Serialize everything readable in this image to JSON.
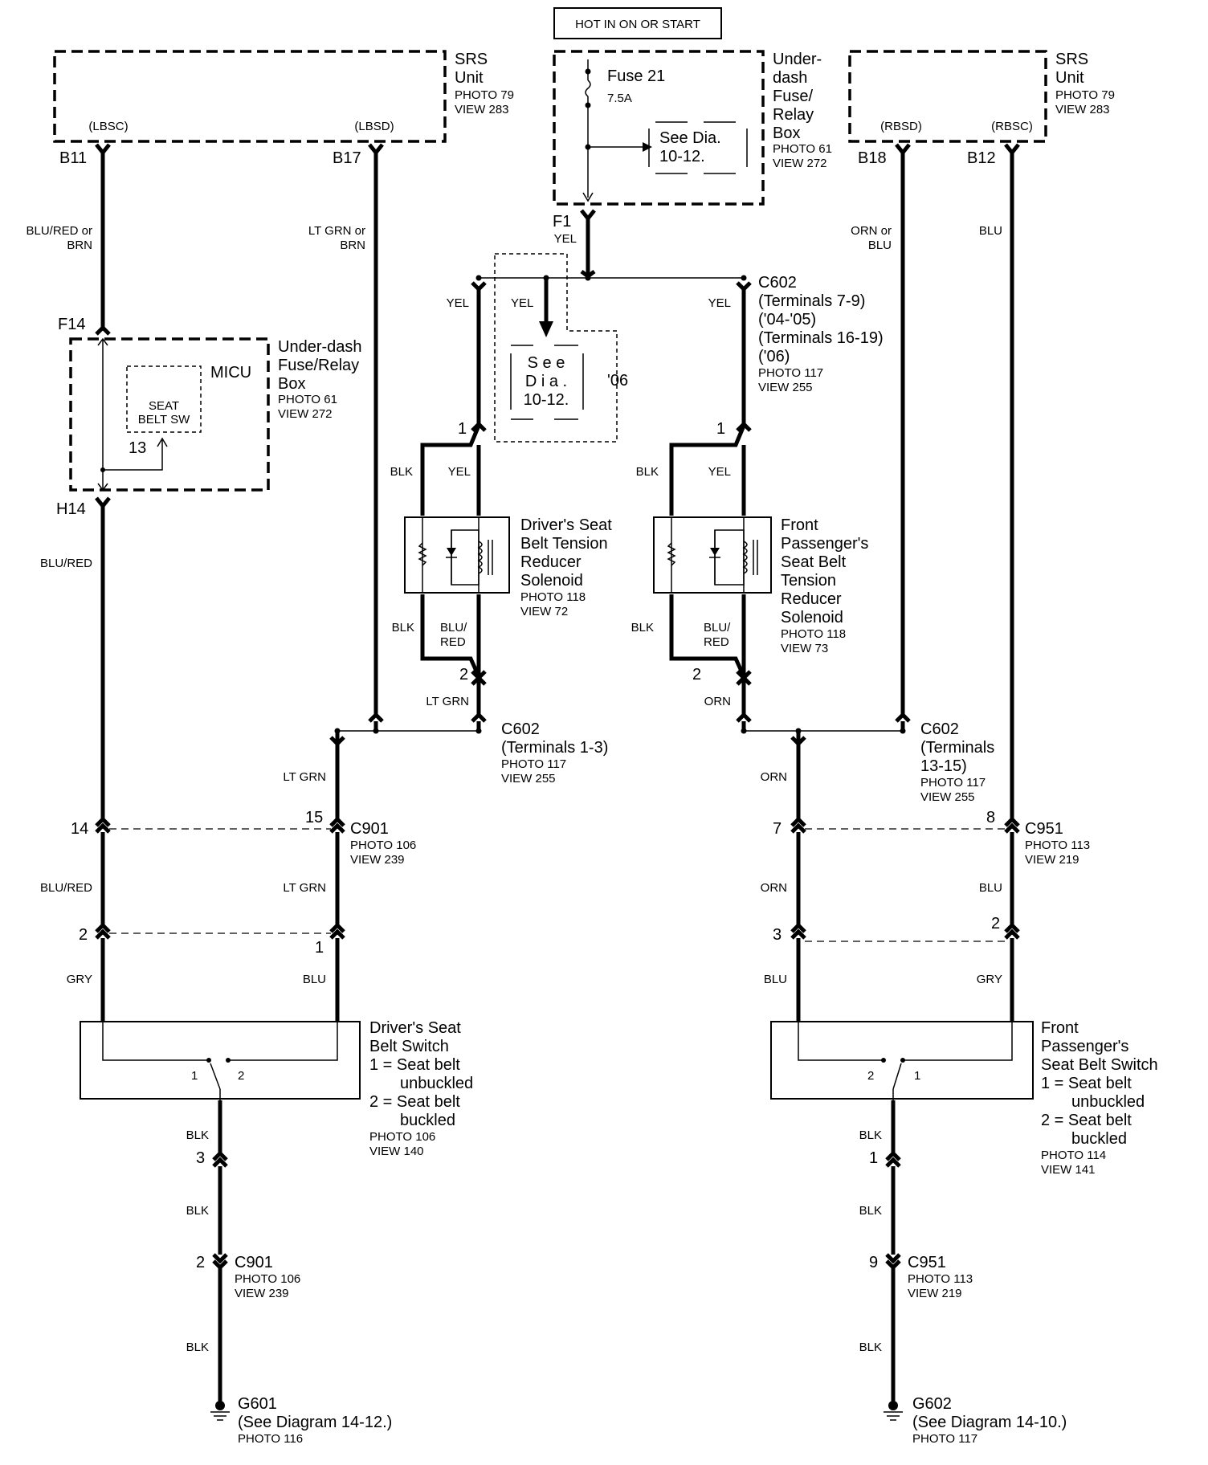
{
  "hot_label": "HOT IN ON OR START",
  "srs_left": {
    "title": "SRS",
    "title2": "Unit",
    "photo": "PHOTO 79",
    "view": "VIEW 283",
    "lbsc": "(LBSC)",
    "lbsd": "(LBSD)"
  },
  "srs_right": {
    "title": "SRS",
    "title2": "Unit",
    "photo": "PHOTO 79",
    "view": "VIEW 283",
    "rbsd": "(RBSD)",
    "rbsc": "(RBSC)"
  },
  "fusebox_top": {
    "l1": "Under-",
    "l2": "dash",
    "l3": "Fuse/",
    "l4": "Relay",
    "l5": "Box",
    "photo": "PHOTO 61",
    "view": "VIEW 272",
    "fuse": "Fuse 21",
    "amp": "7.5A",
    "see1": "See Dia.",
    "see2": "10-12.",
    "pin": "F1"
  },
  "micu_box": {
    "l1": "Under-dash",
    "l2": "Fuse/Relay",
    "l3": "Box",
    "photo": "PHOTO 61",
    "view": "VIEW 272",
    "micu": "MICU",
    "sw1": "SEAT",
    "sw2": "BELT SW",
    "pin13": "13",
    "pin_f14": "F14",
    "pin_h14": "H14"
  },
  "see06": {
    "s1": "S e e",
    "s2": "D i a .",
    "s3": "10-12.",
    "yr": "'06"
  },
  "pins": {
    "b11": "B11",
    "b17": "B17",
    "b18": "B18",
    "b12": "B12",
    "one": "1",
    "two": "2",
    "three": "3",
    "seven": "7",
    "eight": "8",
    "nine": "9",
    "fourteen": "14",
    "fifteen": "15"
  },
  "wires": {
    "blu_red_or": "BLU/RED or",
    "brn": "BRN",
    "lt_grn_or": "LT GRN or",
    "orn_or": "ORN or",
    "blu": "BLU",
    "yel": "YEL",
    "blk": "BLK",
    "blu_": "BLU/",
    "red": "RED",
    "lt_grn": "LT GRN",
    "orn": "ORN",
    "blu_red": "BLU/RED",
    "gry": "GRY"
  },
  "c602_top": {
    "name": "C602",
    "t1": "(Terminals 7-9)",
    "t2": "('04-'05)",
    "t3": "(Terminals 16-19)",
    "t4": "('06)",
    "photo": "PHOTO 117",
    "view": "VIEW 255"
  },
  "c602_left": {
    "name": "C602",
    "t1": "(Terminals 1-3)",
    "photo": "PHOTO 117",
    "view": "VIEW 255"
  },
  "c602_right": {
    "name": "C602",
    "t1": "(Terminals",
    "t2": "13-15)",
    "photo": "PHOTO 117",
    "view": "VIEW 255"
  },
  "drv_solenoid": {
    "l1": "Driver's Seat",
    "l2": "Belt Tension",
    "l3": "Reducer",
    "l4": "Solenoid",
    "photo": "PHOTO 118",
    "view": "VIEW 72"
  },
  "pass_solenoid": {
    "l1": "Front",
    "l2": "Passenger's",
    "l3": "Seat Belt",
    "l4": "Tension",
    "l5": "Reducer",
    "l6": "Solenoid",
    "photo": "PHOTO 118",
    "view": "VIEW 73"
  },
  "c901": {
    "name": "C901",
    "photo": "PHOTO 106",
    "view": "VIEW 239"
  },
  "c951": {
    "name": "C951",
    "photo": "PHOTO 113",
    "view": "VIEW 219"
  },
  "drv_switch": {
    "l1": "Driver's Seat",
    "l2": "Belt Switch",
    "l3": "1 = Seat belt",
    "l4": "unbuckled",
    "l5": "2 = Seat belt",
    "l6": "buckled",
    "photo": "PHOTO 106",
    "view": "VIEW 140",
    "p1": "1",
    "p2": "2"
  },
  "pass_switch": {
    "l1": "Front",
    "l2": "Passenger's",
    "l3": "Seat Belt Switch",
    "l4": "1 = Seat belt",
    "l5": "unbuckled",
    "l6": "2 = Seat belt",
    "l7": "buckled",
    "photo": "PHOTO 114",
    "view": "VIEW 141",
    "p1": "1",
    "p2": "2"
  },
  "g601": {
    "name": "G601",
    "see": "(See Diagram 14-12.)",
    "photo": "PHOTO 116"
  },
  "g602": {
    "name": "G602",
    "see": "(See Diagram 14-10.)",
    "photo": "PHOTO 117"
  }
}
